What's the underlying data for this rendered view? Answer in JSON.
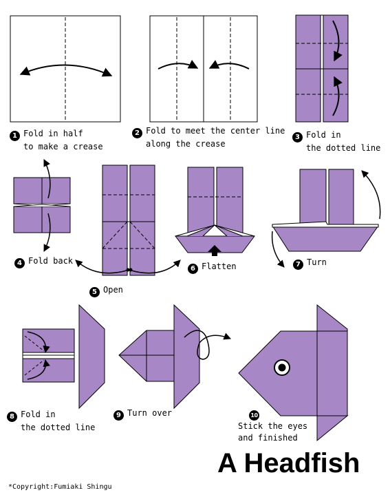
{
  "colors": {
    "paper": "#a787c6",
    "line": "#000000",
    "background": "#ffffff"
  },
  "steps": [
    {
      "number": "1",
      "line1": "Fold in half",
      "line2": "to make a crease"
    },
    {
      "number": "2",
      "line1": "Fold to meet the center line",
      "line2": "along the crease"
    },
    {
      "number": "3",
      "line1": "Fold in",
      "line2": "the dotted line"
    },
    {
      "number": "4",
      "line1": "Fold back",
      "line2": ""
    },
    {
      "number": "5",
      "line1": "Open",
      "line2": ""
    },
    {
      "number": "6",
      "line1": "Flatten",
      "line2": ""
    },
    {
      "number": "7",
      "line1": "Turn",
      "line2": ""
    },
    {
      "number": "8",
      "line1": "Fold in",
      "line2": "the dotted line"
    },
    {
      "number": "9",
      "line1": "Turn over",
      "line2": ""
    },
    {
      "number": "10",
      "line1": "Stick the eyes",
      "line2": "and finished"
    }
  ],
  "title": "A Headfish",
  "copyright": "*Copyright:Fumiaki Shingu"
}
